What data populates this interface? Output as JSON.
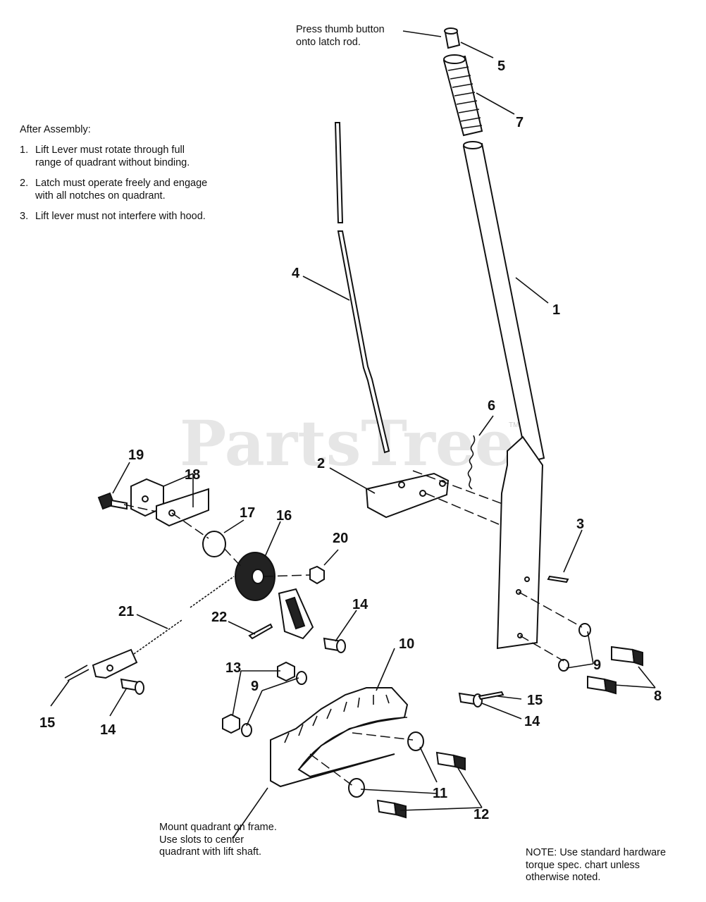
{
  "watermark": {
    "text": "PartsTree",
    "tm": "TM"
  },
  "notes": {
    "thumb_button": [
      "Press thumb button",
      "onto latch rod."
    ],
    "after_assembly_title": "After Assembly:",
    "after_assembly_items": [
      {
        "num": "1.",
        "text": "Lift Lever must rotate through full range of quadrant without binding."
      },
      {
        "num": "2.",
        "text": "Latch must operate freely and engage with all notches on quadrant."
      },
      {
        "num": "3.",
        "text": "Lift lever must not interfere with hood."
      }
    ],
    "mount_quadrant": [
      "Mount quadrant on frame.",
      "Use slots to center",
      "quadrant with lift shaft."
    ],
    "hardware_note": [
      "NOTE: Use standard hardware",
      "torque spec. chart unless",
      "otherwise noted."
    ]
  },
  "callouts": {
    "c1": "1",
    "c2": "2",
    "c3": "3",
    "c4": "4",
    "c5": "5",
    "c6": "6",
    "c7": "7",
    "c8": "8",
    "c9a": "9",
    "c9b": "9",
    "c10": "10",
    "c11": "11",
    "c12": "12",
    "c13": "13",
    "c14a": "14",
    "c14b": "14",
    "c14c": "14",
    "c15a": "15",
    "c15b": "15",
    "c16": "16",
    "c17": "17",
    "c18": "18",
    "c19": "19",
    "c20": "20",
    "c21": "21",
    "c22": "22"
  }
}
